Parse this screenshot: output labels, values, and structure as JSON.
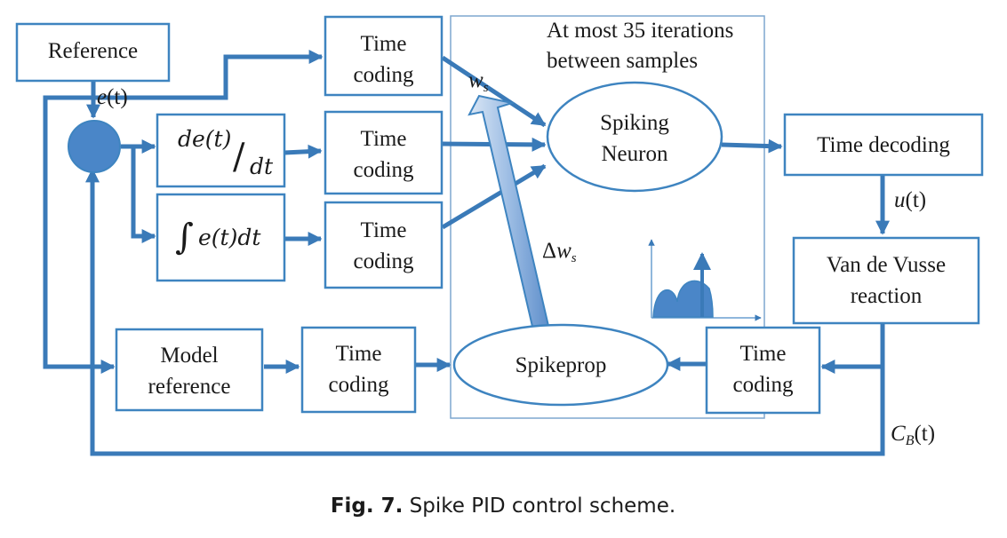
{
  "reference_label": "Reference",
  "error_label": {
    "fn": "e",
    "arg": "(t)"
  },
  "derivative_label": {
    "num": "de(t)",
    "slash": "/",
    "den": "dt"
  },
  "integral_label": {
    "sign": "∫",
    "body": "e(t)dt"
  },
  "time_coding": {
    "line1": "Time",
    "line2": "coding"
  },
  "annotation": {
    "line1": "At most 35 iterations",
    "line2": "between samples"
  },
  "weight_label": {
    "sym": "w",
    "sub": "s"
  },
  "delta_weight_label": {
    "delta": "Δ",
    "sym": "w",
    "sub": "s"
  },
  "spiking_neuron": {
    "line1": "Spiking",
    "line2": "Neuron"
  },
  "time_decoding_label": "Time decoding",
  "control_signal_label": {
    "fn": "u",
    "arg": "(t)"
  },
  "plant": {
    "line1": "Van de Vusse",
    "line2": "reaction"
  },
  "model_reference": {
    "line1": "Model",
    "line2": "reference"
  },
  "spikeprop_label": "Spikeprop",
  "output_signal_label": {
    "sym": "C",
    "sub": "B",
    "arg": "(t)"
  },
  "caption": {
    "bold": "Fig. 7.",
    "text": " Spike PID control scheme."
  },
  "colors": {
    "stroke": "#3e84c0",
    "arrow": "#3a7ab8",
    "fill": "#4a86c8"
  }
}
